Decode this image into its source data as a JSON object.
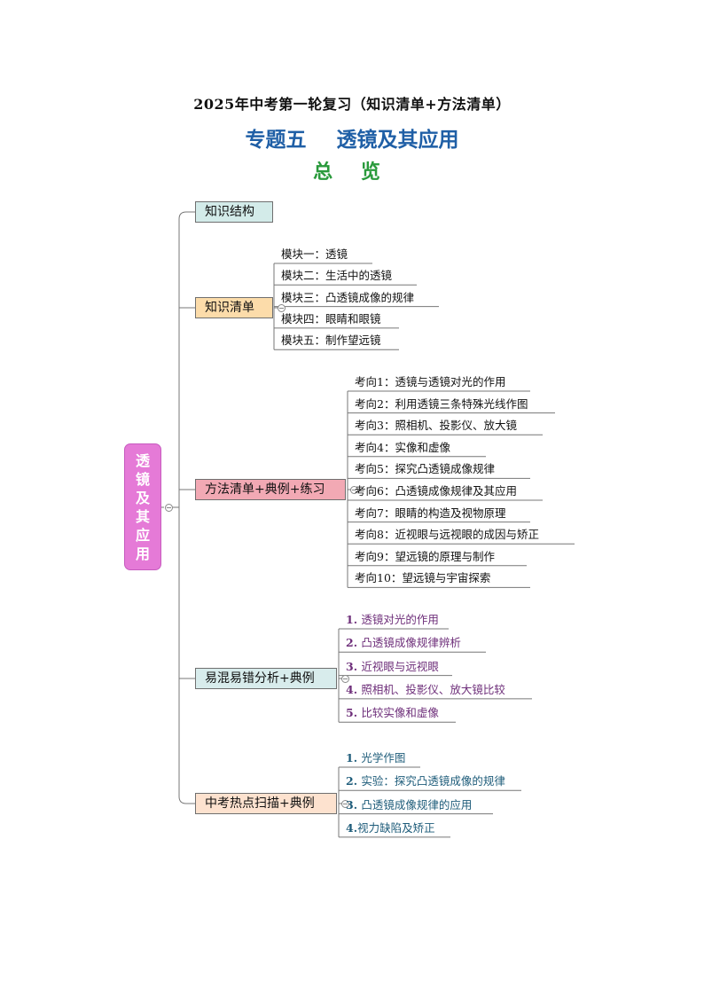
{
  "header": {
    "title": "2025年中考第一轮复习（知识清单+方法清单）",
    "topic_no": "专题五",
    "topic_name": "透镜及其应用",
    "overview": "总 览"
  },
  "root": {
    "chars": [
      "透",
      "镜",
      "及",
      "其",
      "应",
      "用"
    ]
  },
  "categories": [
    {
      "label": "知识结构",
      "color": "#d3ebe9",
      "items": []
    },
    {
      "label": "知识清单",
      "color": "#fcdcaa",
      "items": [
        "模块一：透镜",
        "模块二：生活中的透镜",
        "模块三：凸透镜成像的规律",
        "模块四：眼睛和眼镜",
        "模块五：制作望远镜"
      ]
    },
    {
      "label": "方法清单+典例+练习",
      "color": "#f2a9b4",
      "items": [
        "考向1：透镜与透镜对光的作用",
        "考向2：利用透镜三条特殊光线作图",
        "考向3：照相机、投影仪、放大镜",
        "考向4：实像和虚像",
        "考向5：探究凸透镜成像规律",
        "考向6：凸透镜成像规律及其应用",
        "考向7：眼睛的构造及视物原理",
        "考向8：近视眼与远视眼的成因与矫正",
        "考向9：望远镜的原理与制作",
        "考向10：望远镜与宇宙探索"
      ]
    },
    {
      "label": "易混易错分析+典例",
      "color": "#d8ecec",
      "items": [
        "1. 透镜对光的作用",
        "2. 凸透镜成像规律辨析",
        "3. 近视眼与远视眼",
        "4. 照相机、投影仪、放大镜比较",
        "5. 比较实像和虚像"
      ]
    },
    {
      "label": "中考热点扫描+典例",
      "color": "#fde2cf",
      "items": [
        "1. 光学作图",
        "2. 实验：探究凸透镜成像的规律",
        "3. 凸透镜成像规律的应用",
        "4.视力缺陷及矫正"
      ]
    }
  ]
}
